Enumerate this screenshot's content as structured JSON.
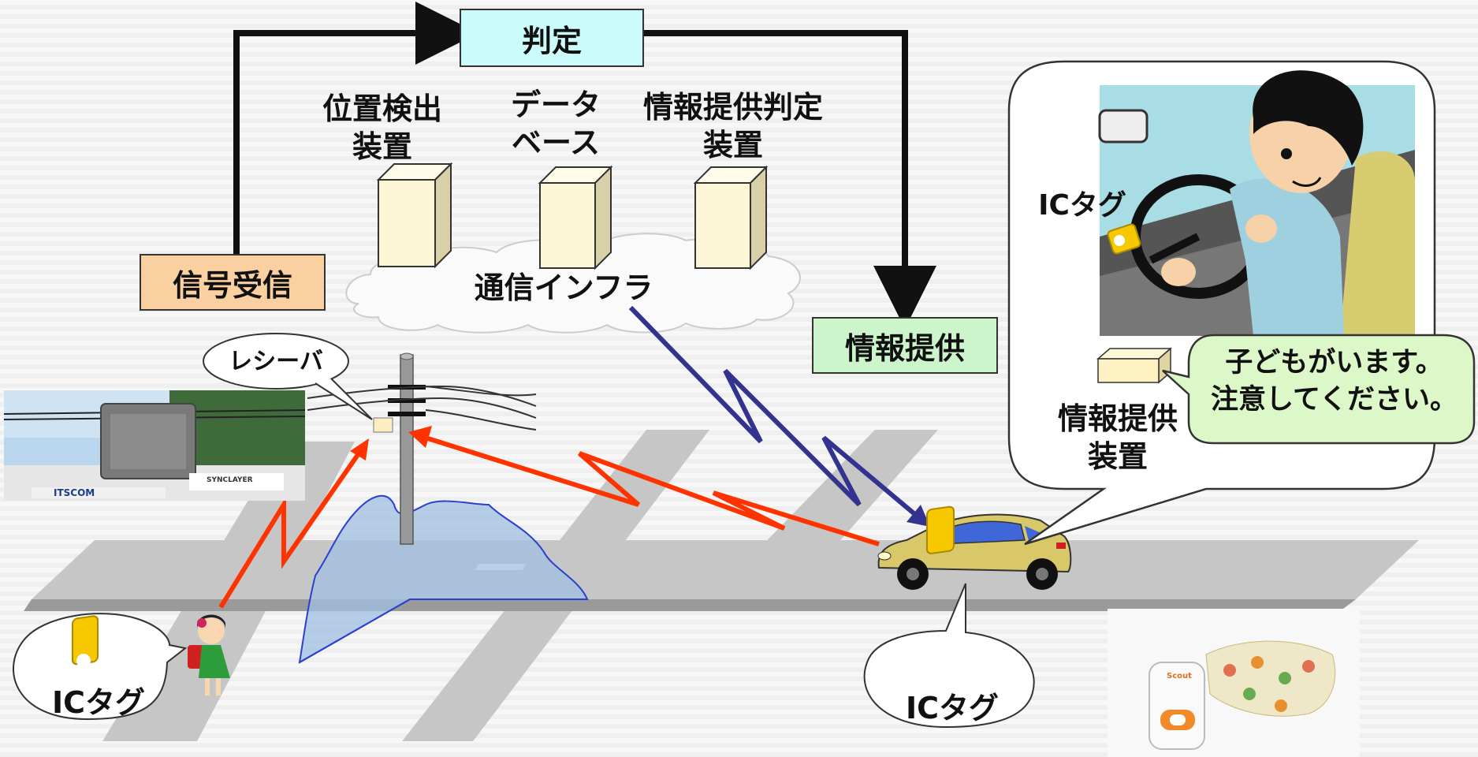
{
  "boxes": {
    "judge": "判定",
    "signal_receive": "信号受信",
    "info_provide": "情報提供"
  },
  "servers": {
    "position_detect": "位置検出\n装置",
    "database": "データ\nベース",
    "info_judge": "情報提供判定\n装置"
  },
  "cloud_label": "通信インフラ",
  "receiver_label": "レシーバ",
  "ic_tag_labels": {
    "child": "ICタグ",
    "car": "ICタグ",
    "in_car": "ICタグ"
  },
  "in_car_device_label": "情報提供\n装置",
  "warning_message": "子どもがいます。\n注意してください。",
  "photos": {
    "receiver_photo_signs": [
      "ITSCOM",
      "SYNCLAYER"
    ],
    "tag_photo_brand": "Scout"
  },
  "colors": {
    "judge_box": "#ccfbfb",
    "signal_box": "#fbd0a0",
    "info_box": "#ccf5cc",
    "red_signal": "#ff3300",
    "blue_signal": "#33338f",
    "server_front": "#fdf6d6",
    "road": "#c4c4c4",
    "warning_bubble": "#dcf8c8"
  }
}
